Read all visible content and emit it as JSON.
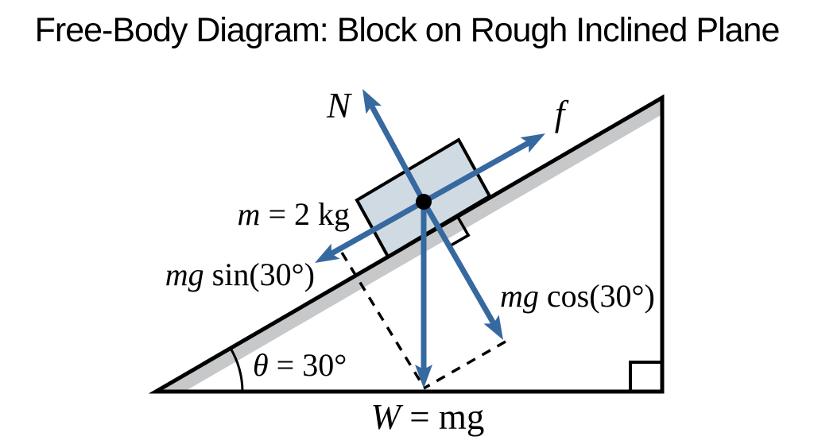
{
  "title": "Free-Body Diagram: Block on Rough Inclined Plane",
  "labels": {
    "normal": "N",
    "friction": "f",
    "mass": {
      "var": "m",
      "rest": " = 2 kg"
    },
    "gravity_parallel": {
      "var": "mg",
      "rest": " sin(30°)"
    },
    "gravity_perpendicular": {
      "var": "mg",
      "rest": " cos(30°)"
    },
    "weight": {
      "var": "W",
      "rest": " = mg"
    },
    "angle": {
      "var": "θ",
      "rest": " = 30°"
    }
  },
  "values": {
    "mass_kg": 2,
    "incline_angle_deg": 30
  },
  "colors": {
    "vector": "#36699f",
    "block_fill": "#cfdae2",
    "surface_band": "#c7c8c9",
    "outline": "#000000"
  }
}
